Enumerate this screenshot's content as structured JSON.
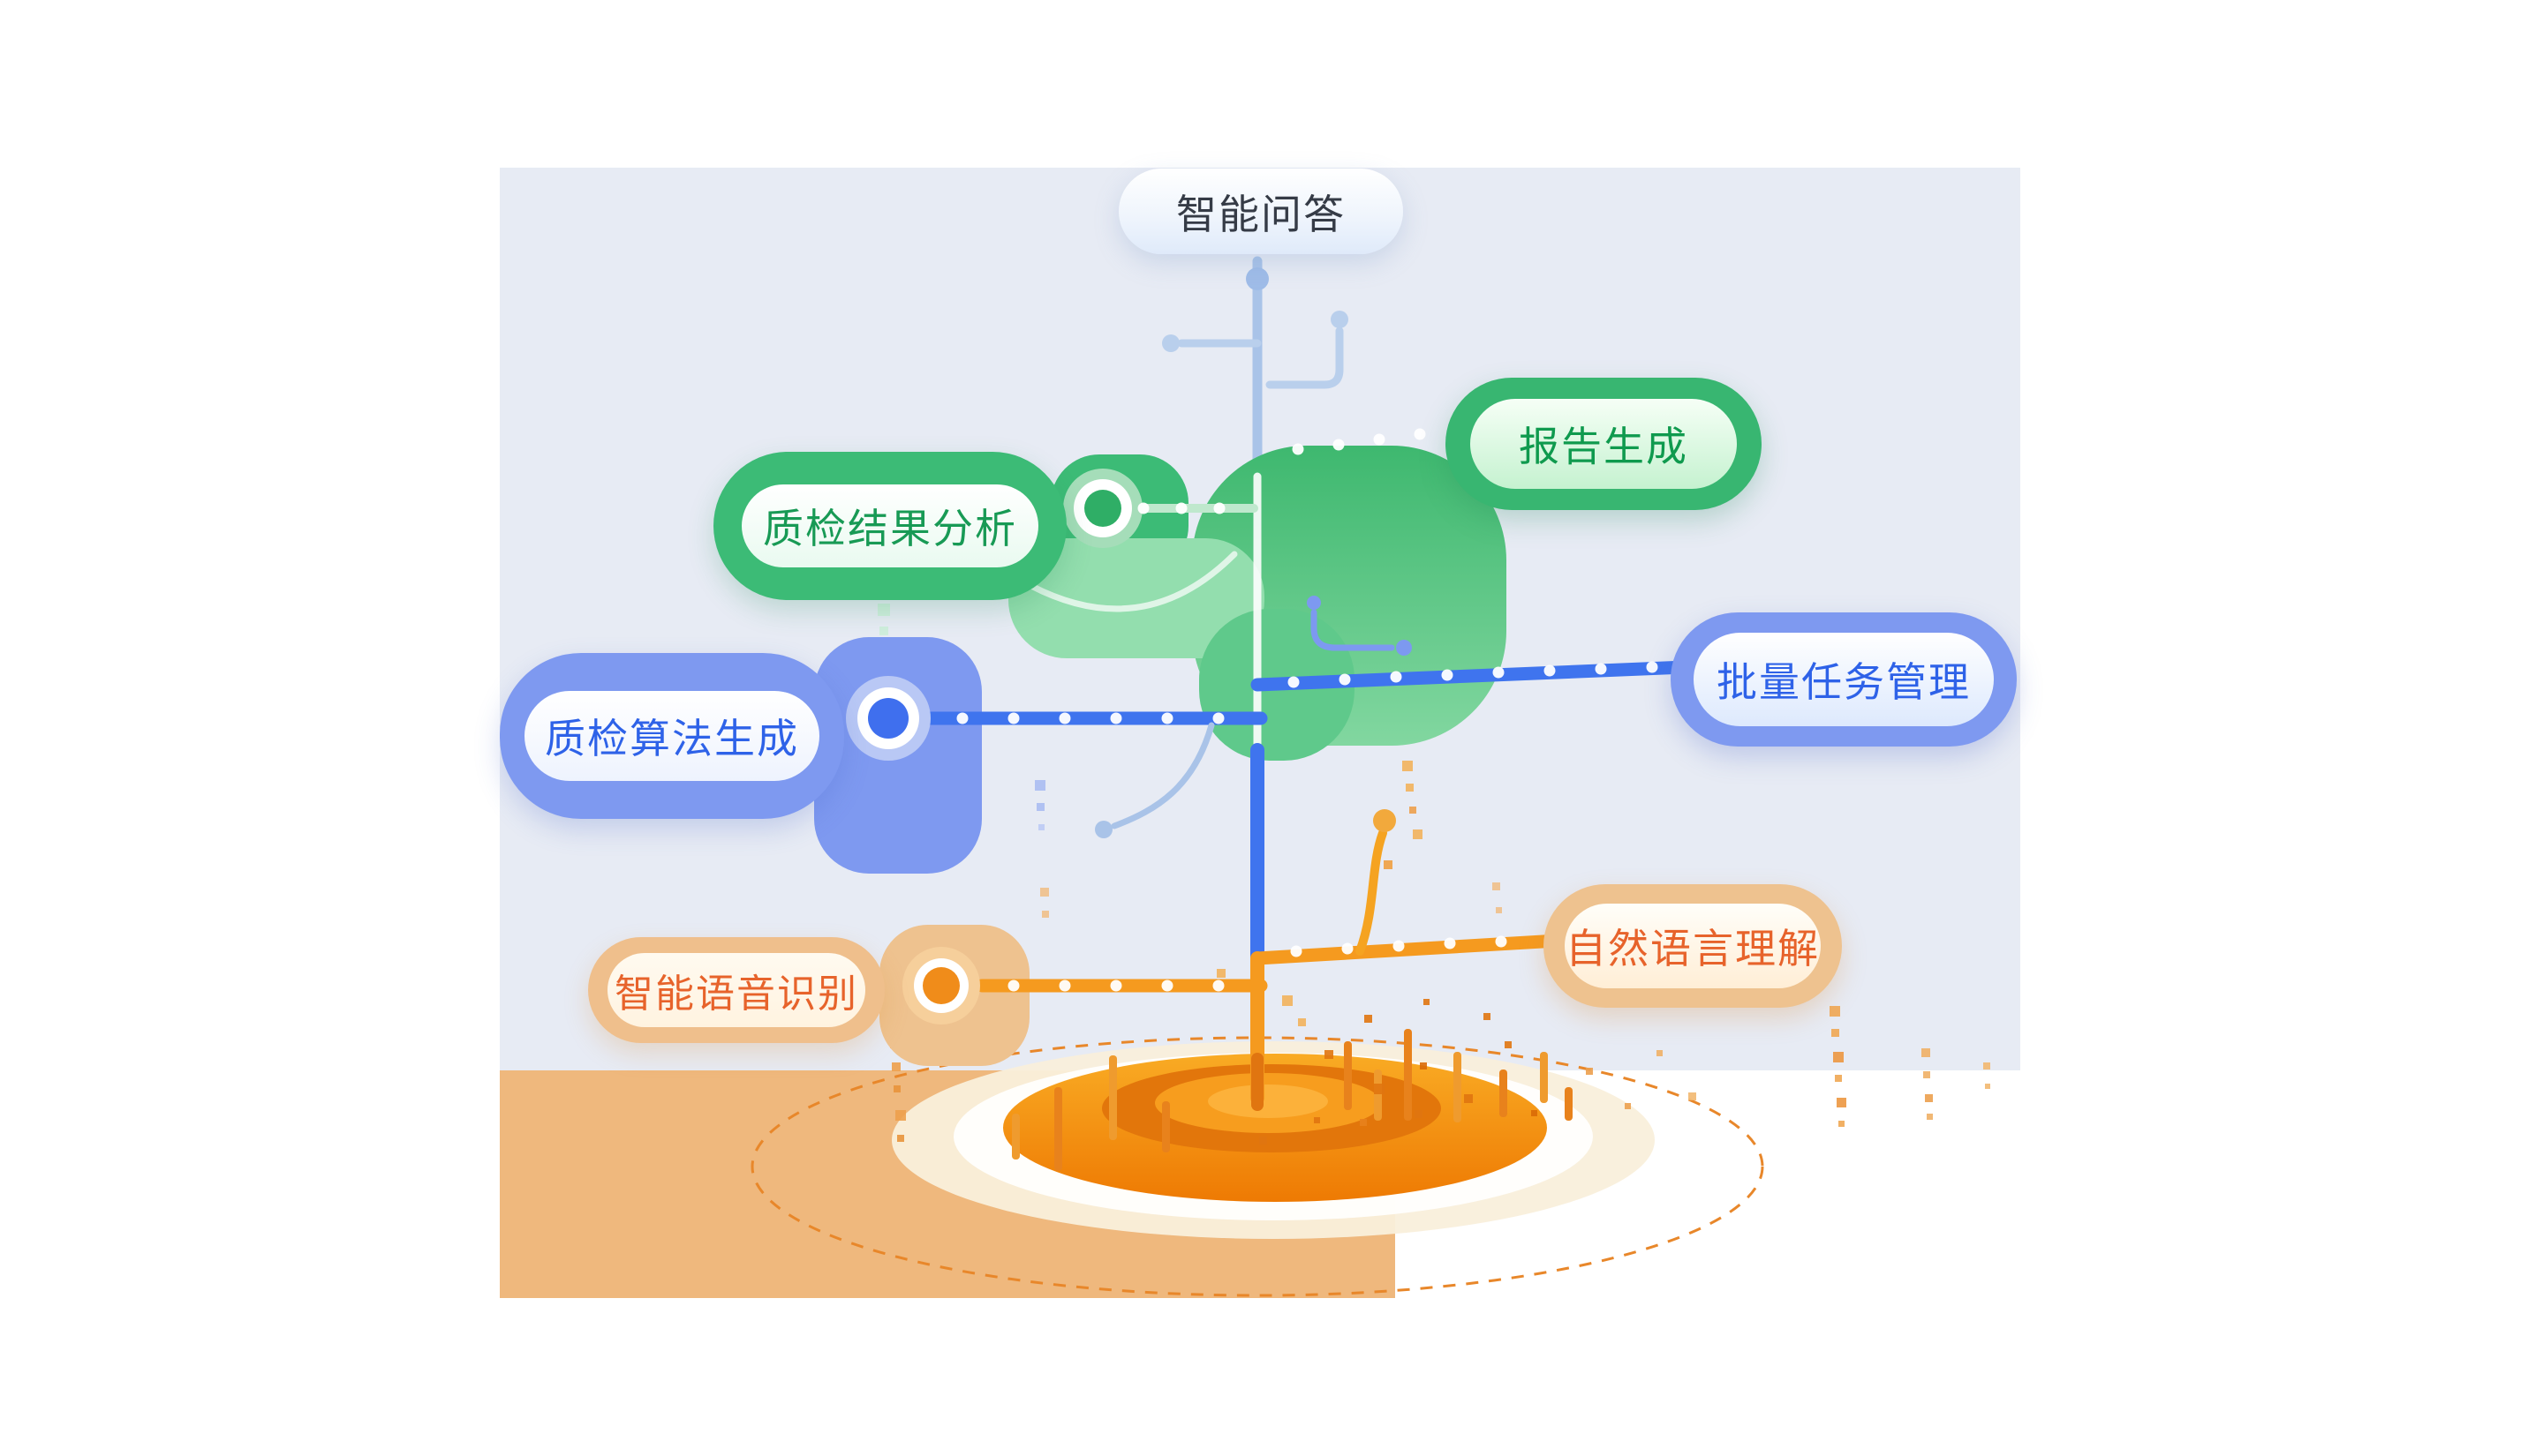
{
  "diagram": {
    "type": "capability-tree",
    "nodes": [
      {
        "id": "qa",
        "label": "智能问答",
        "theme": "light-blue"
      },
      {
        "id": "report",
        "label": "报告生成",
        "theme": "green"
      },
      {
        "id": "qc_result",
        "label": "质检结果分析",
        "theme": "green"
      },
      {
        "id": "batch",
        "label": "批量任务管理",
        "theme": "blue"
      },
      {
        "id": "qc_algo",
        "label": "质检算法生成",
        "theme": "blue"
      },
      {
        "id": "nlu",
        "label": "自然语言理解",
        "theme": "orange"
      },
      {
        "id": "asr",
        "label": "智能语音识别",
        "theme": "orange"
      }
    ],
    "colors": {
      "green_node": "#38b671",
      "green_text": "#0f9a4e",
      "blue_node": "#7e99f0",
      "blue_text": "#2e62e8",
      "orange_node": "#eec28f",
      "orange_text": "#e7632b",
      "branch_blue": "#3f74ee",
      "branch_orange": "#f59a1f",
      "canopy_green": "#45bb74",
      "ground_orange": "#f58a0c",
      "background_panel": "#e7ebf4",
      "background_ground": "#efb87d"
    }
  }
}
